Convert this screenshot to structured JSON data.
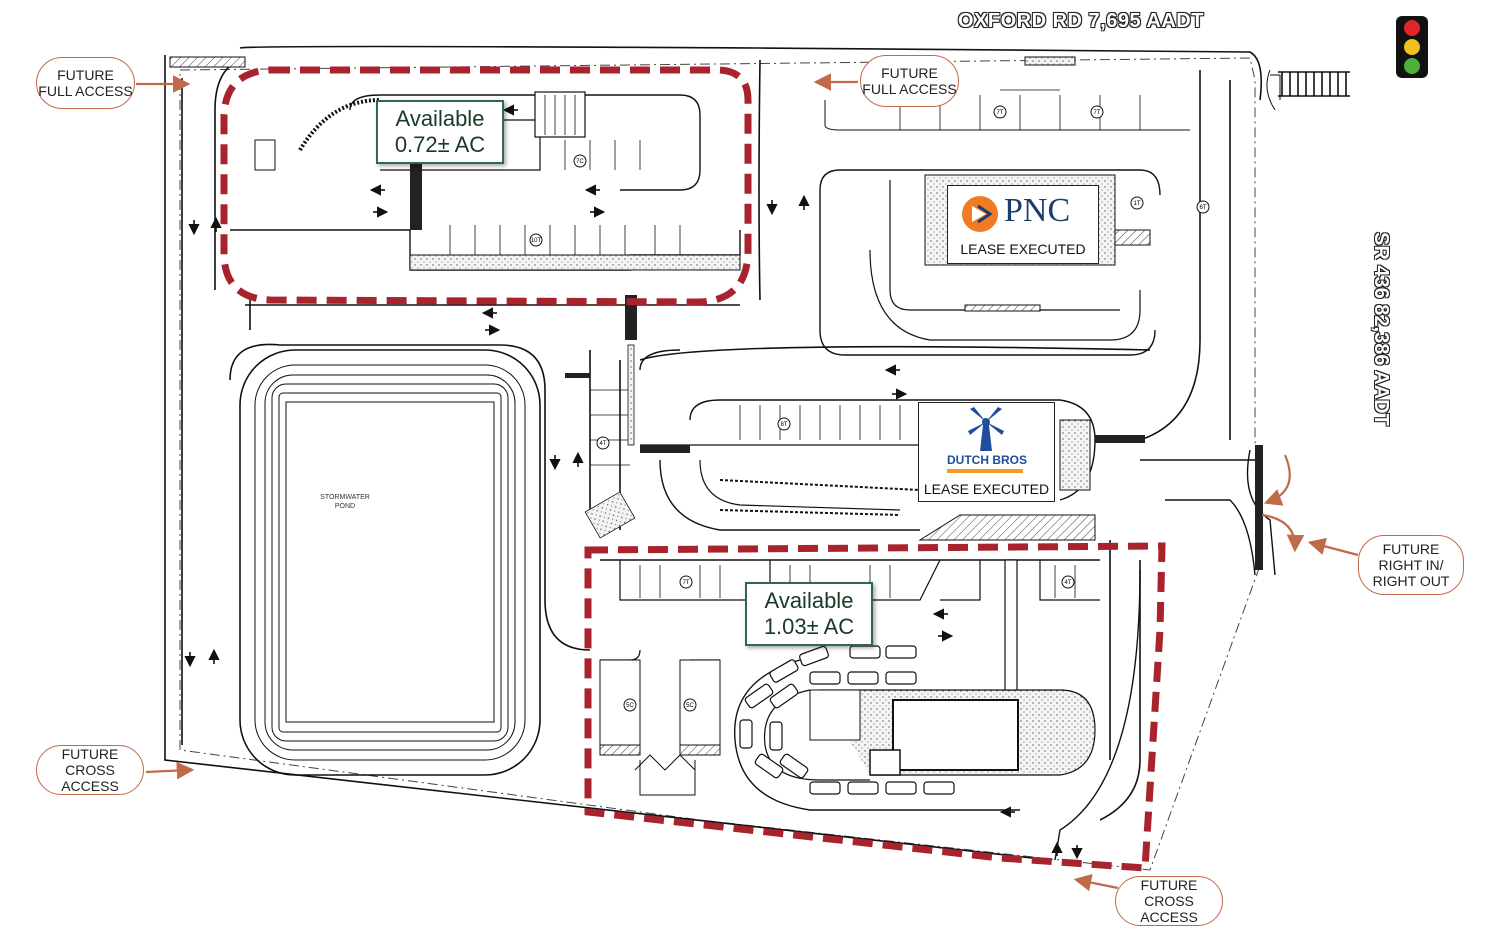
{
  "roads": {
    "north": "OXFORD RD   7,695 AADT",
    "east": "SR 436   82,386 AADT"
  },
  "callouts": {
    "future_full_access_west": "FUTURE\nFULL ACCESS",
    "future_full_access_north": "FUTURE\nFULL ACCESS",
    "future_cross_access_west": "FUTURE\nCROSS ACCESS",
    "future_cross_access_south": "FUTURE\nCROSS ACCESS",
    "future_right_in_out": "FUTURE\nRIGHT IN/\nRIGHT OUT"
  },
  "parcels": {
    "north": {
      "line1": "Available",
      "line2": "0.72± AC"
    },
    "south": {
      "line1": "Available",
      "line2": "1.03± AC"
    }
  },
  "tenants": {
    "pnc": {
      "brand": "PNC",
      "status": "LEASE EXECUTED"
    },
    "dutch_bros": {
      "brand": "DUTCH BROS",
      "status": "LEASE EXECUTED"
    }
  },
  "pond": {
    "line1": "STORMWATER",
    "line2": "POND"
  },
  "parking_counts": [
    "7T",
    "7T",
    "7C",
    "10T",
    "6T",
    "4T",
    "8T",
    "7T",
    "4T",
    "5C",
    "5C",
    "1T"
  ],
  "colors": {
    "parcel_dash": "#a8232b",
    "callout_border": "#c06a4a",
    "arrow": "#c06a4a",
    "available_border": "#2f6a48",
    "pnc_blue": "#1c3d6b",
    "pnc_orange": "#f07b22",
    "dutch_blue": "#1f4e9c",
    "dutch_orange": "#f29a23"
  },
  "icons": [
    "traffic-light-icon",
    "windmill-icon",
    "pnc-logo-icon"
  ]
}
